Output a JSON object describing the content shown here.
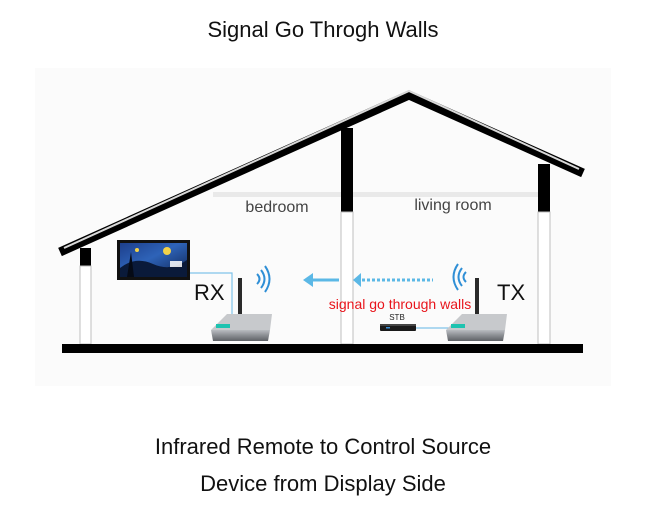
{
  "title": "Signal Go Throgh Walls",
  "rooms": {
    "left": "bedroom",
    "right": "living room"
  },
  "devices": {
    "receiver": "RX",
    "transmitter": "TX",
    "source": "STB"
  },
  "signal_label": "signal go through walls",
  "caption": {
    "line1": "Infrared Remote to Control Source",
    "line2": "Device from Display Side"
  },
  "colors": {
    "signal_text": "#e8141b",
    "signal_arrow": "#5bb8e6",
    "wave": "#2f8fd6",
    "structure": "#000000",
    "device_body": "#8a8d92"
  }
}
